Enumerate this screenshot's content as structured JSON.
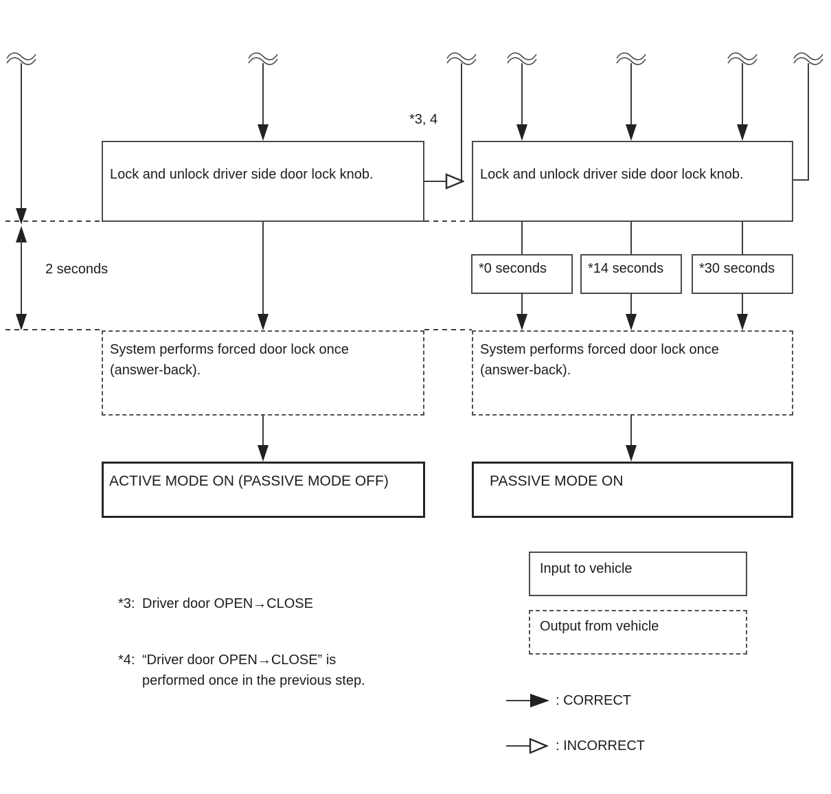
{
  "left_flow": {
    "action": "Lock and unlock driver side door lock knob.",
    "timing": "2 seconds",
    "result_line1": "System performs forced door lock once",
    "result_line2": "(answer-back).",
    "mode": "ACTIVE MODE ON (PASSIVE MODE OFF)"
  },
  "right_flow": {
    "action": "Lock and unlock driver side door lock knob.",
    "timing_boxes": [
      "*0 seconds",
      "*14 seconds",
      "*30 seconds"
    ],
    "result_line1": "System performs forced door lock once",
    "result_line2": "(answer-back).",
    "mode": "PASSIVE MODE ON"
  },
  "connector_label": "*3, 4",
  "footnotes": {
    "note3_label": "*3:",
    "note3_text": "Driver door OPEN→CLOSE",
    "note4_label": "*4:",
    "note4_line1": "“Driver door OPEN→CLOSE” is",
    "note4_line2": "performed once in the previous step."
  },
  "legend": {
    "input": "Input to vehicle",
    "output": "Output from vehicle",
    "correct": ": CORRECT",
    "incorrect": ": INCORRECT"
  },
  "colors": {
    "line": "#3c3c3c",
    "text": "#1c1c1c",
    "background": "#ffffff"
  }
}
